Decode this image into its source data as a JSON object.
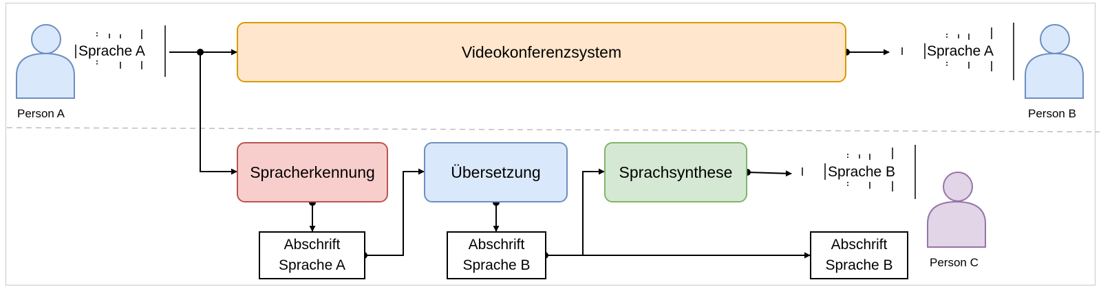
{
  "persons": {
    "a": {
      "label": "Person A"
    },
    "b": {
      "label": "Person B"
    },
    "c": {
      "label": "Person C"
    }
  },
  "speech": {
    "a_in": "Sprache A",
    "a_out": "Sprache A",
    "b_out": "Sprache B"
  },
  "boxes": {
    "video": "Videokonferenzsystem",
    "asr": "Spracherkennung",
    "translation": "Übersetzung",
    "tts": "Sprachsynthese"
  },
  "transcripts": {
    "asr": {
      "line1": "Abschrift",
      "line2": "Sprache A"
    },
    "translation": {
      "line1": "Abschrift",
      "line2": "Sprache B"
    },
    "personC": {
      "line1": "Abschrift",
      "line2": "Sprache B"
    }
  },
  "colors": {
    "video_fill": "#ffe6cc",
    "video_border": "#d79b00",
    "asr_fill": "#f8cecc",
    "asr_border": "#b85450",
    "translation_fill": "#dae8fc",
    "translation_border": "#6c8ebf",
    "tts_fill": "#d5e8d4",
    "tts_border": "#82b366",
    "person_blue_fill": "#dae8fc",
    "person_blue_border": "#6c8ebf",
    "person_purple_fill": "#e1d5e7",
    "person_purple_border": "#9673a6"
  }
}
